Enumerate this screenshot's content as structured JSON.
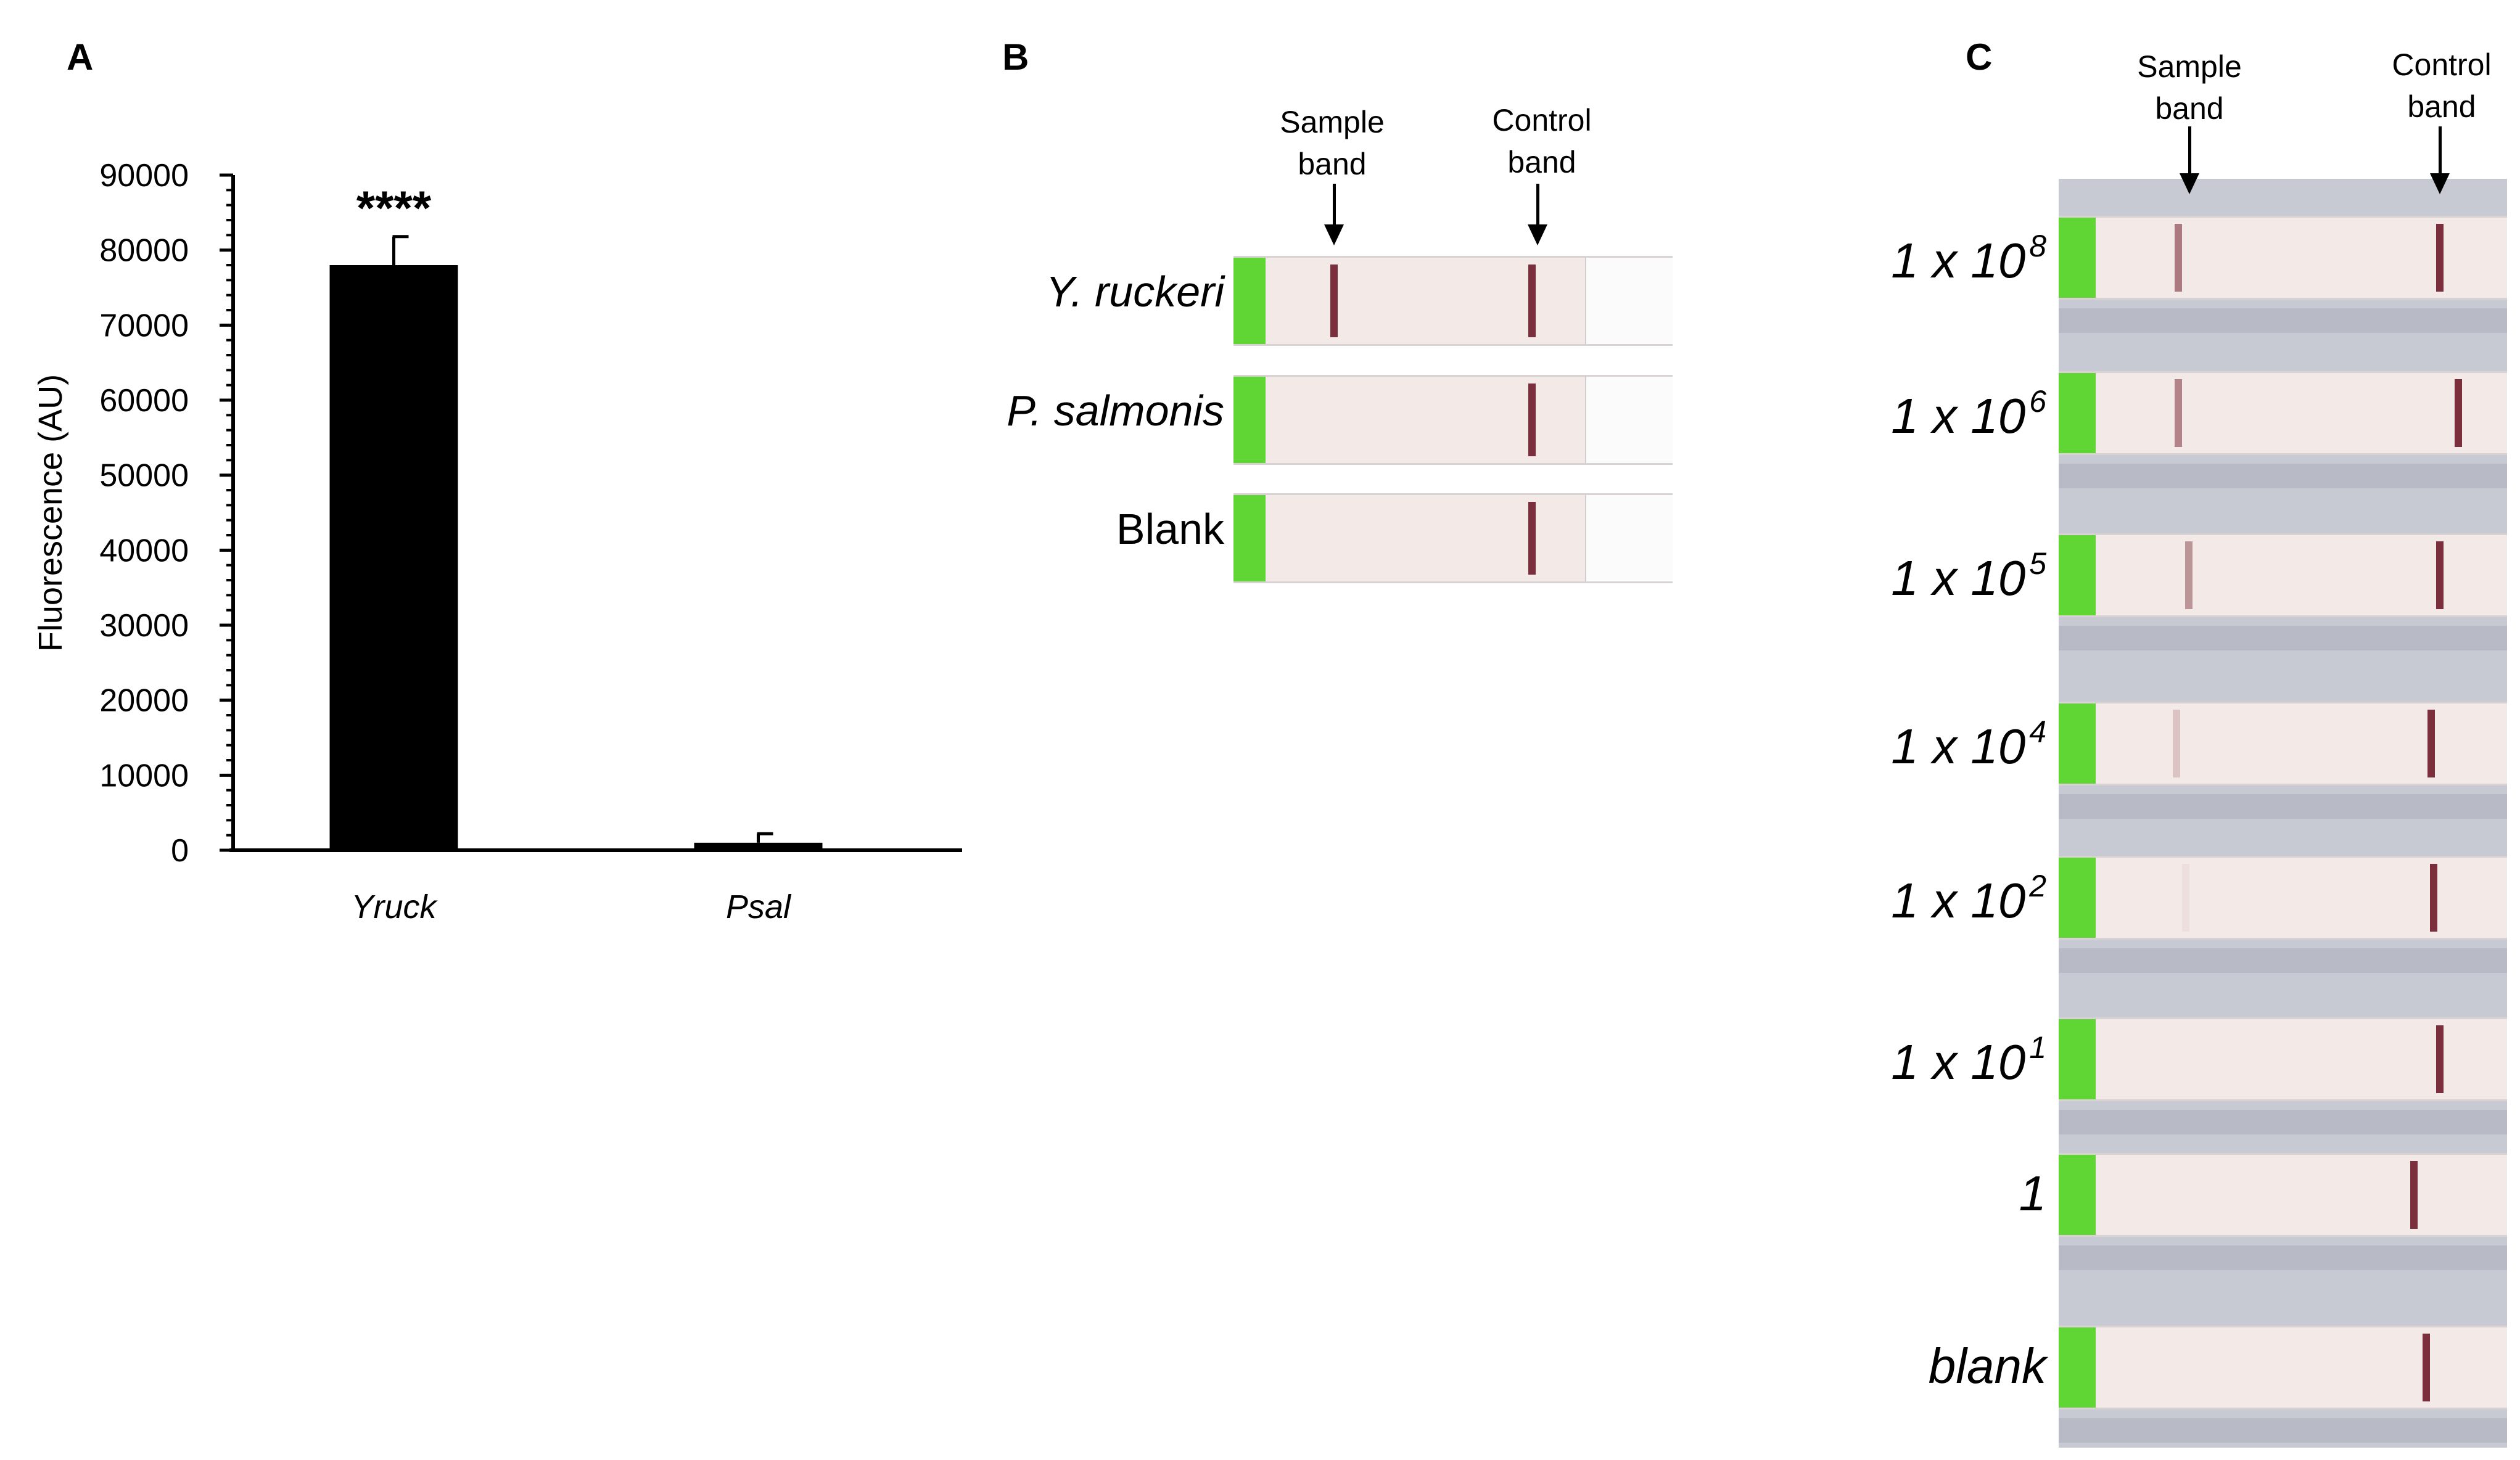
{
  "panels": {
    "a": "A",
    "b": "B",
    "c": "C"
  },
  "chart_data": {
    "type": "bar",
    "categories": [
      "Yruck",
      "Psal"
    ],
    "values": [
      78000,
      1000
    ],
    "error": [
      3800,
      1200
    ],
    "annotations": [
      "****",
      ""
    ],
    "ylabel": "Fluorescence (AU)",
    "xlabel": "",
    "ylim": [
      0,
      90000
    ],
    "yticks": [
      0,
      10000,
      20000,
      30000,
      40000,
      50000,
      60000,
      70000,
      80000,
      90000
    ],
    "bar_color": "#000000"
  },
  "panel_b": {
    "sample_band": "Sample band",
    "control_band": "Control band",
    "strips": [
      {
        "label": "Y. ruckeri",
        "italic": true,
        "sample_band": true
      },
      {
        "label": "P. salmonis",
        "italic": true,
        "sample_band": false
      },
      {
        "label": "Blank",
        "italic": false,
        "sample_band": false
      }
    ]
  },
  "panel_c": {
    "sample_band": "Sample band",
    "control_band": "Control band",
    "strips": [
      {
        "base": "1 x 10",
        "exp": "8",
        "sample_intensity": 0.6
      },
      {
        "base": "1 x 10",
        "exp": "6",
        "sample_intensity": 0.55
      },
      {
        "base": "1 x 10",
        "exp": "5",
        "sample_intensity": 0.45
      },
      {
        "base": "1 x 10",
        "exp": "4",
        "sample_intensity": 0.2
      },
      {
        "base": "1 x 10",
        "exp": "2",
        "sample_intensity": 0.05
      },
      {
        "base": "1 x 10",
        "exp": "1",
        "sample_intensity": 0
      },
      {
        "base": "1",
        "exp": "",
        "sample_intensity": 0
      },
      {
        "base": "blank",
        "exp": "",
        "sample_intensity": 0
      }
    ]
  },
  "colors": {
    "band": "#7b2f3c",
    "green_pad": "#5fd634",
    "strip": "#f3e9e6"
  }
}
